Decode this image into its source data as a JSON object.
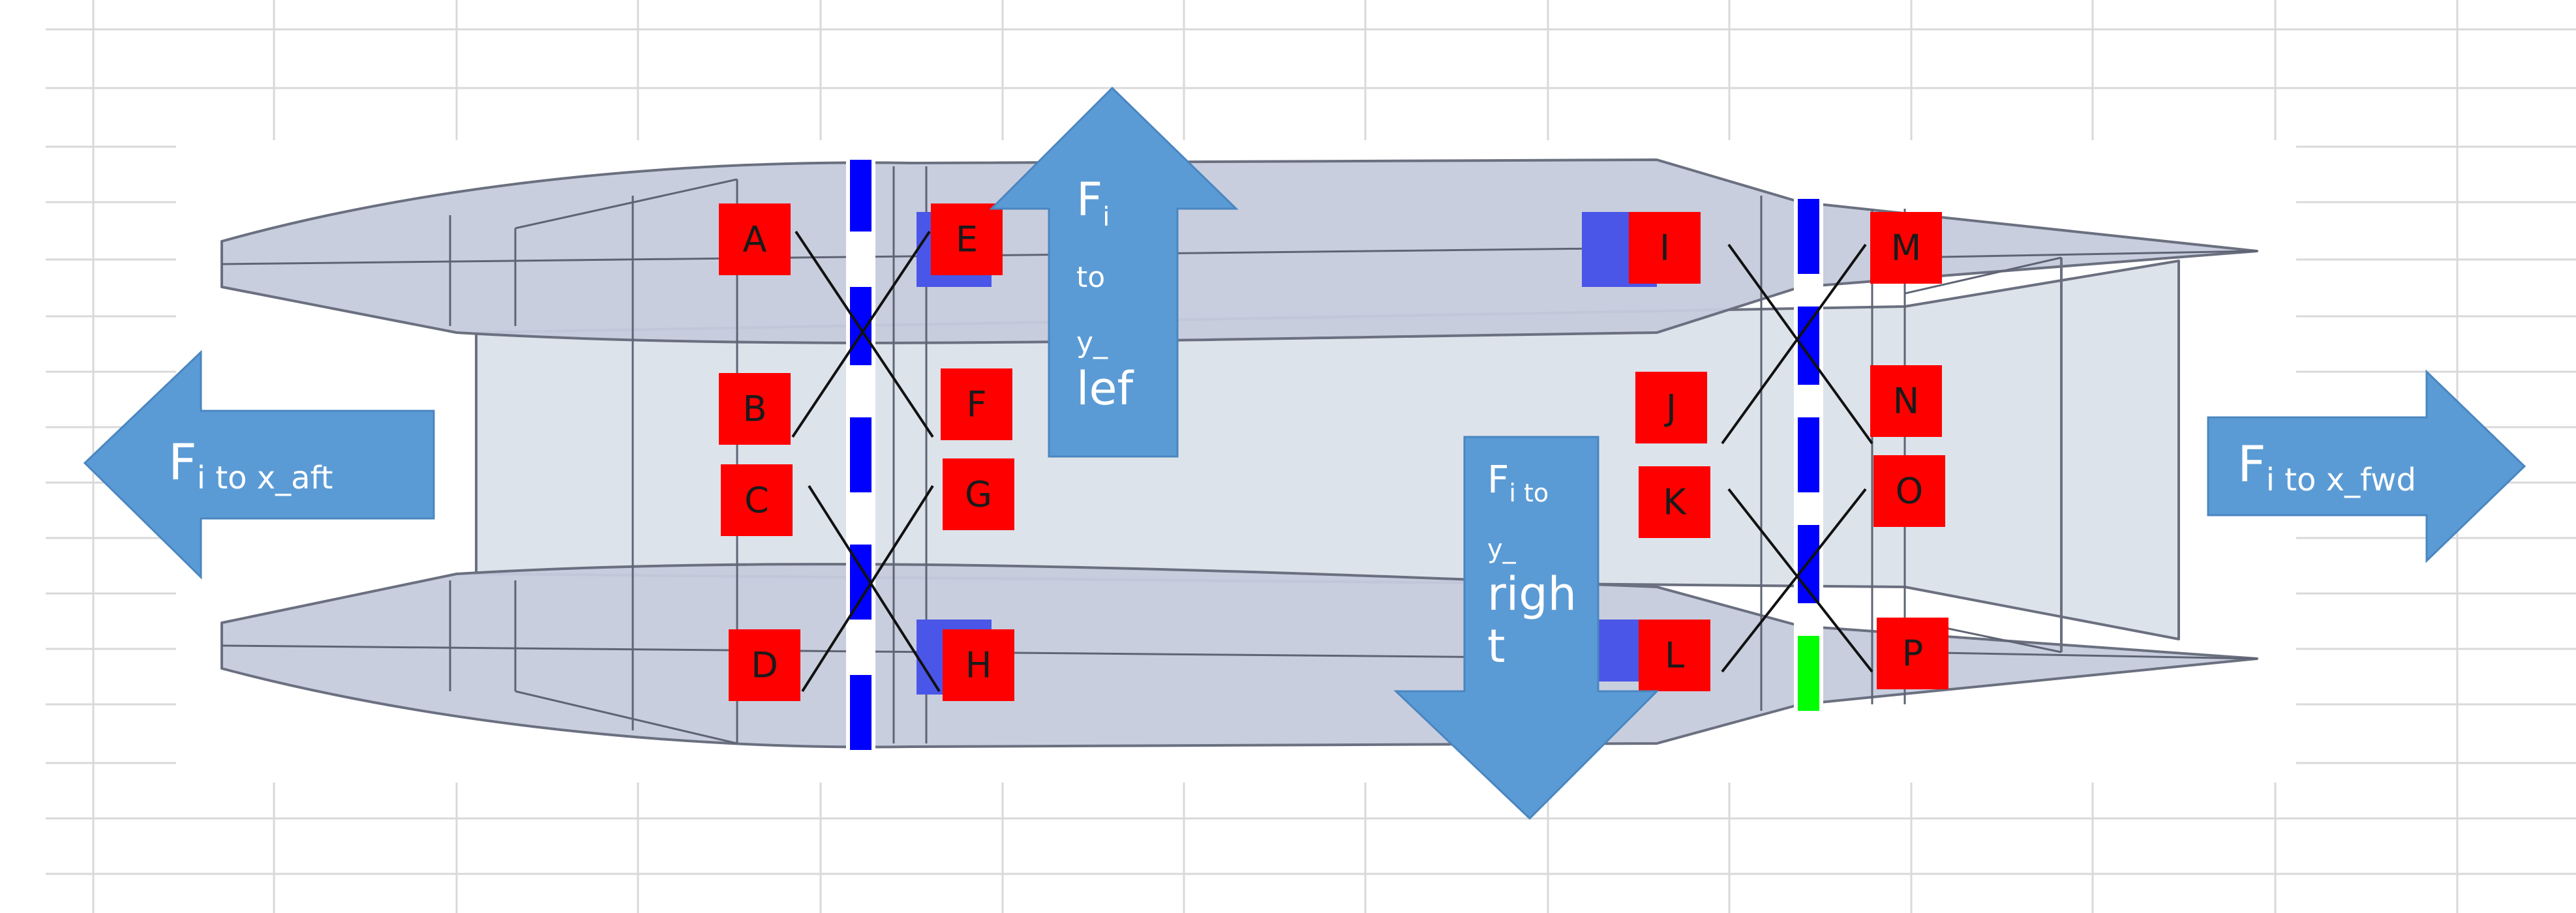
{
  "diagram": {
    "labels": {
      "A": "A",
      "B": "B",
      "C": "C",
      "D": "D",
      "E": "E",
      "F": "F",
      "G": "G",
      "H": "H",
      "I": "I",
      "J": "J",
      "K": "K",
      "L": "L",
      "M": "M",
      "N": "N",
      "O": "O",
      "P": "P"
    },
    "arrows": {
      "aft": {
        "main": "F",
        "sub": "i to x_aft"
      },
      "fwd": {
        "main": "F",
        "sub": "i to x_fwd"
      },
      "left": {
        "main": "F",
        "sub": "i",
        "line2": "to",
        "line3": "y_",
        "line4": "lef"
      },
      "right": {
        "main": "F",
        "sub": "i to",
        "line2": "y_",
        "line3": "righ",
        "line4": "t"
      }
    },
    "colors": {
      "label_box": "#ff0000",
      "arrow": "#5b9bd5",
      "hull": "#c5cbdc",
      "deck": "#dde3ea",
      "bulkhead": "#0000ff",
      "accent_green": "#00ff00",
      "grid": "#d9d9d9"
    }
  }
}
